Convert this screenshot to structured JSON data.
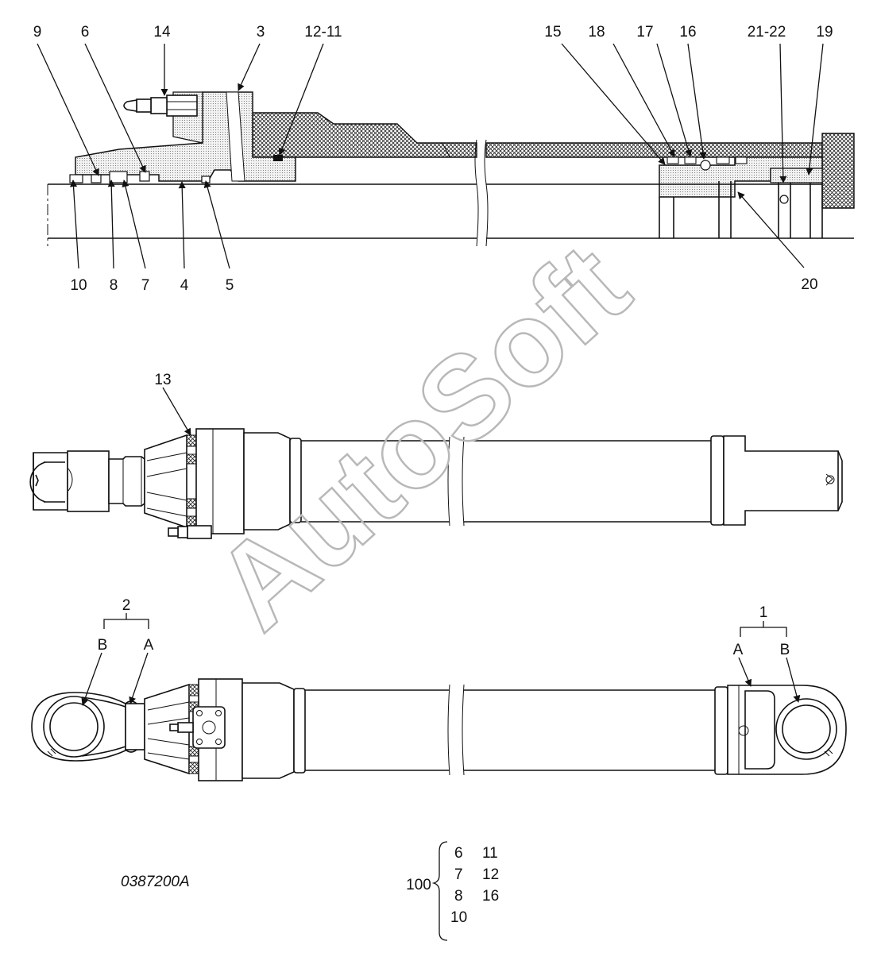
{
  "callouts": {
    "c9": "9",
    "c6": "6",
    "c14": "14",
    "c3": "3",
    "c12_11": "12-11",
    "c15": "15",
    "c18": "18",
    "c17": "17",
    "c16": "16",
    "c21_22": "21-22",
    "c19": "19",
    "c10": "10",
    "c8": "8",
    "c7": "7",
    "c4": "4",
    "c5": "5",
    "c20": "20",
    "c13": "13",
    "c2": "2",
    "c2b": "B",
    "c2a": "A",
    "c1": "1",
    "c1a": "A",
    "c1b": "B"
  },
  "kit": {
    "number": "100",
    "col1": [
      "6",
      "7",
      "8",
      "10"
    ],
    "col2": [
      "11",
      "12",
      "16"
    ]
  },
  "drawing_code": "0387200A",
  "watermark": "AutoSoft"
}
